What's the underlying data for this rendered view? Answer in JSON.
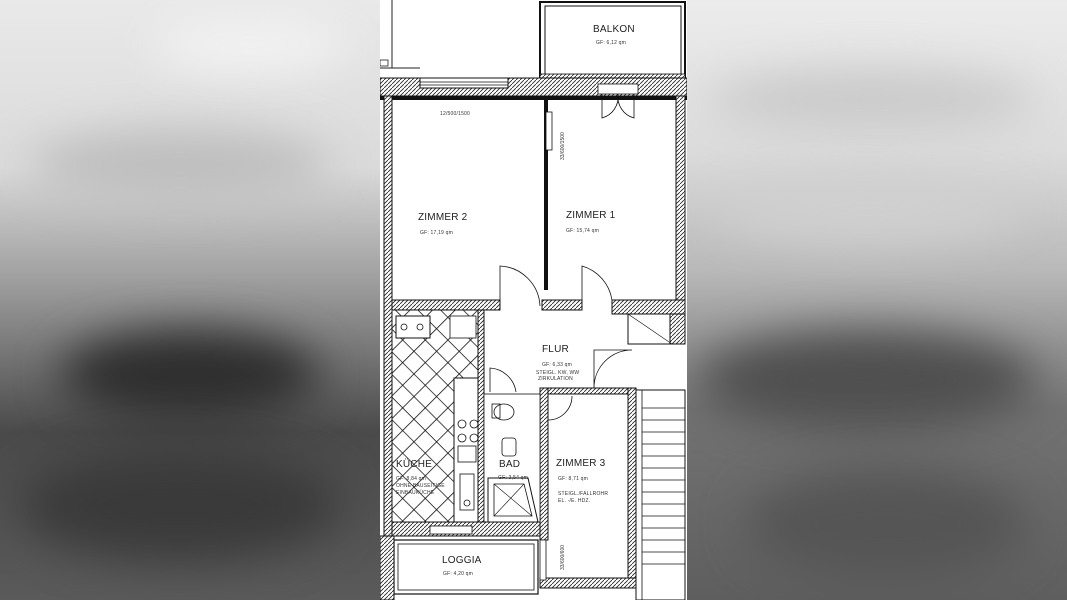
{
  "plan": {
    "rooms": [
      {
        "key": "balkon",
        "name": "BALKON",
        "area": "GF: 6,12 qm"
      },
      {
        "key": "zimmer2",
        "name": "ZIMMER 2",
        "area": "GF: 17,19 qm"
      },
      {
        "key": "zimmer1",
        "name": "ZIMMER 1",
        "area": "GF: 15,74 qm"
      },
      {
        "key": "flur",
        "name": "FLUR",
        "area": "GF: 6,33 qm"
      },
      {
        "key": "kueche",
        "name": "KÜCHE",
        "area": "GF: 8,84 qm"
      },
      {
        "key": "bad",
        "name": "BAD",
        "area": "GF: 3,54 qm"
      },
      {
        "key": "zimmer3",
        "name": "ZIMMER 3",
        "area": "GF: 8,71 qm"
      },
      {
        "key": "loggia",
        "name": "LOGGIA",
        "area": "GF: 4,20 qm"
      }
    ],
    "notes": {
      "window_top": "12/500/1500",
      "window_zimmer1": "33/600/1500",
      "window_zimmer3": "33/600/600",
      "flur_note_1": "STEIGL. KW, WW",
      "flur_note_2": "ZIRKULATION",
      "zimmer3_note_1": "STEIGL./FALLROHR",
      "zimmer3_note_2": "EL. -/E. HDZ.",
      "kueche_note_1": "OHNE BAUSEITIGE",
      "kueche_note_2": "EINBAUKÜCHE"
    }
  }
}
